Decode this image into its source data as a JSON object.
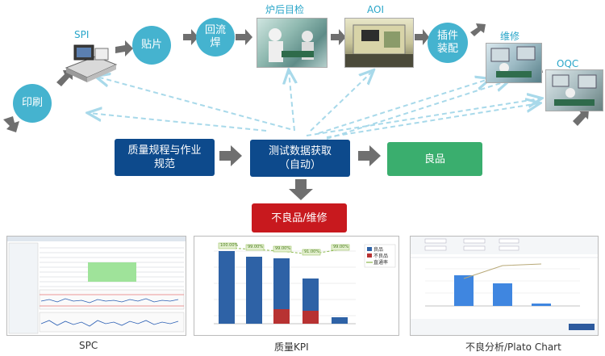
{
  "process": {
    "steps": {
      "print": "印刷",
      "spi": "SPI",
      "mount": "贴片",
      "reflow": "回流\n焊",
      "visual": "炉后目检",
      "aoi": "AOI",
      "insert": "插件\n装配",
      "repair": "维修",
      "oqc": "OQC"
    }
  },
  "boxes": {
    "quality": "质量规程与作业\n规范",
    "test": "测试数据获取\n（自动）",
    "good": "良品",
    "bad": "不良品/维修"
  },
  "screens": {
    "spc": "SPC",
    "kpi": "质量KPI",
    "plato": "不良分析/Plato Chart"
  },
  "kpi_chart": {
    "legend": [
      "良品",
      "不良品",
      "直通率"
    ],
    "percent_labels": [
      "100.00%",
      "99.00%",
      "99.00%",
      "91.00%",
      "99.00%"
    ]
  },
  "colors": {
    "circle": "#45b3cf",
    "label": "#2aa6c9",
    "navy": "#0d4a8c",
    "green": "#3aae6e",
    "red": "#c8191e",
    "arrow": "#6f6f6f",
    "dashed": "#a8d9ea"
  }
}
